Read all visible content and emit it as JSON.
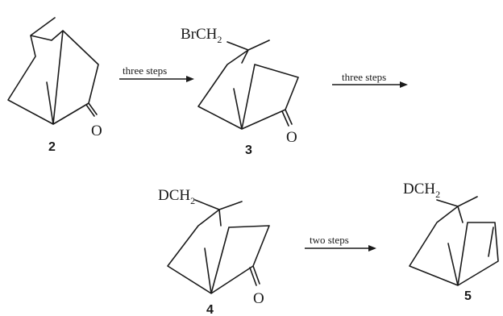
{
  "compounds": [
    {
      "number": "2"
    },
    {
      "number": "3",
      "substituent": "BrCH",
      "subscript": "2"
    },
    {
      "number": "4",
      "substituent": "DCH",
      "subscript": "2"
    },
    {
      "number": "5",
      "substituent": "DCH",
      "subscript": "2"
    }
  ],
  "atoms": {
    "oxygen": "O"
  },
  "arrows": [
    {
      "label": "three steps"
    },
    {
      "label": "three steps"
    },
    {
      "label": "two steps"
    }
  ]
}
